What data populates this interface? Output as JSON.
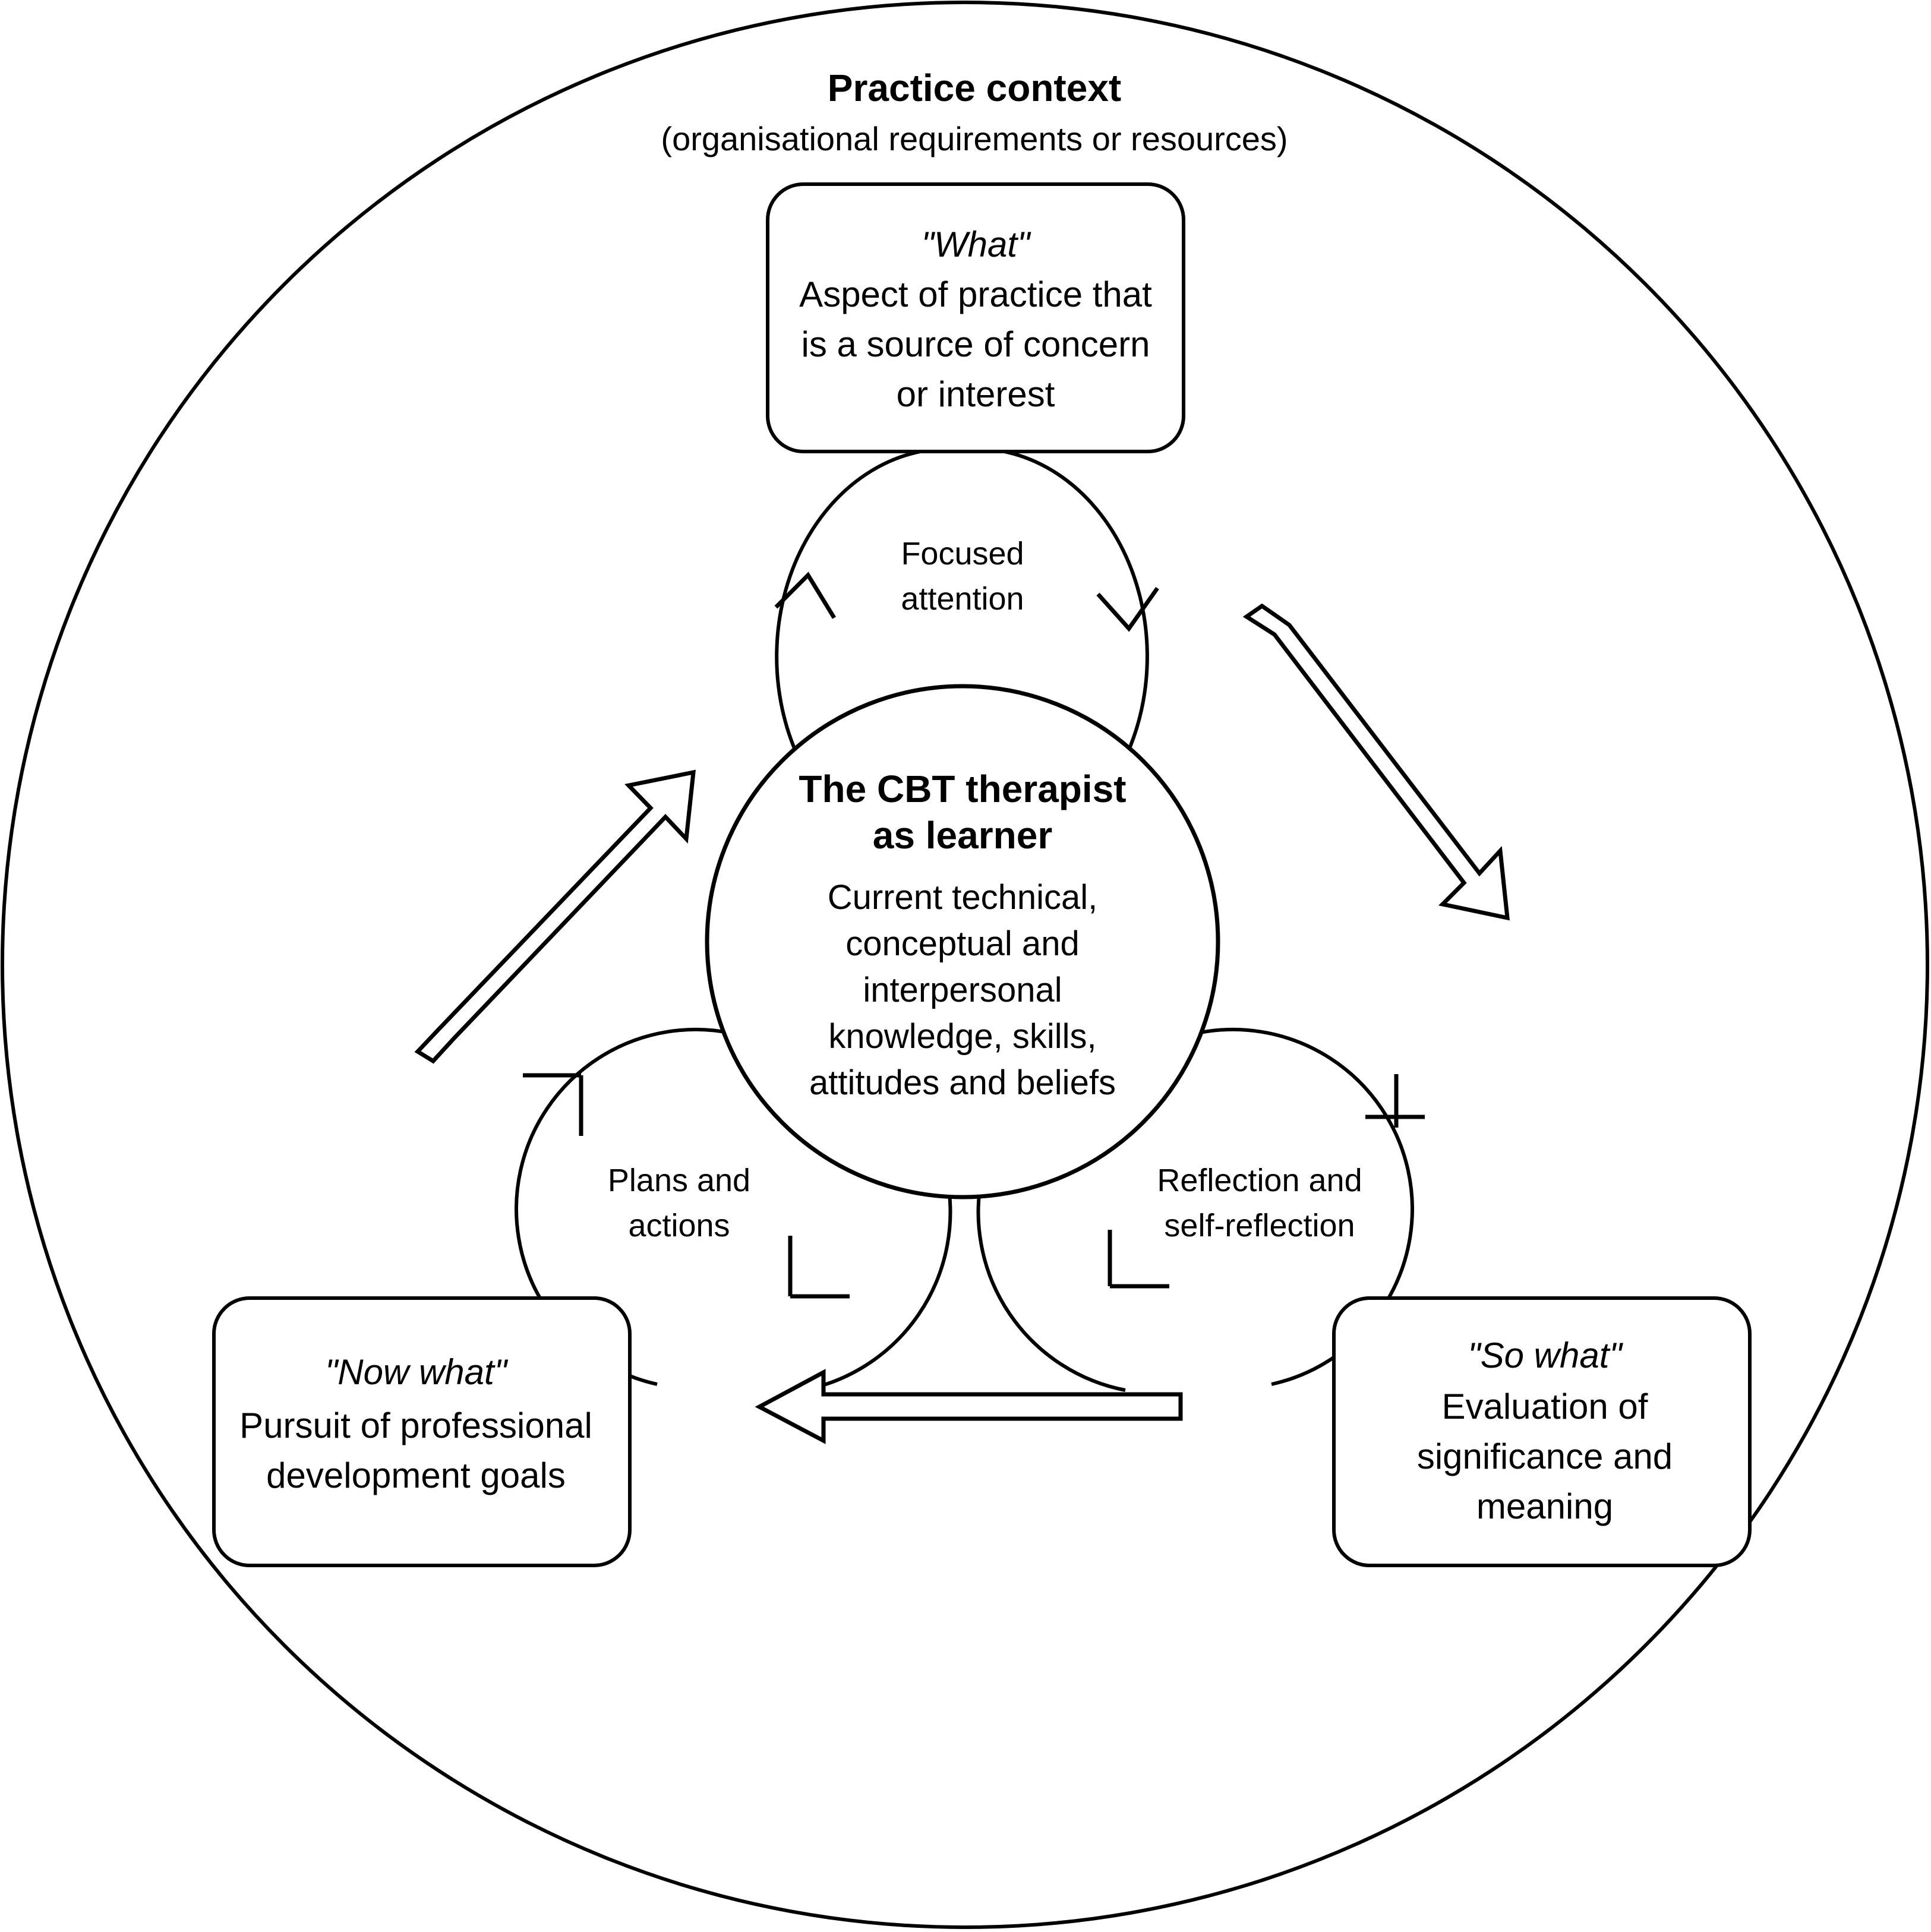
{
  "diagram": {
    "outer_context": {
      "title": "Practice context",
      "subtitle": "(organisational requirements or resources)"
    },
    "core": {
      "heading_line1": "The CBT therapist",
      "heading_line2": "as learner",
      "body_line1": "Current technical,",
      "body_line2": "conceptual and",
      "body_line3": "interpersonal",
      "body_line4": "knowledge, skills,",
      "body_line5": "attitudes and beliefs"
    },
    "nodes": {
      "what": {
        "label": "\"What\"",
        "line1": "Aspect of practice that",
        "line2": "is a source of concern",
        "line3": "or interest"
      },
      "so_what": {
        "label": "\"So what\"",
        "line1": "Evaluation of",
        "line2": "significance and",
        "line3": "meaning"
      },
      "now_what": {
        "label": "\"Now what\"",
        "line1": "Pursuit of professional",
        "line2": "development goals"
      }
    },
    "links": {
      "focused_attention": {
        "line1": "Focused",
        "line2": "attention"
      },
      "reflection": {
        "line1": "Reflection and",
        "line2": "self-reflection"
      },
      "plans": {
        "line1": "Plans and",
        "line2": "actions"
      }
    },
    "colors": {
      "stroke": "#000000",
      "fill": "#ffffff"
    }
  }
}
